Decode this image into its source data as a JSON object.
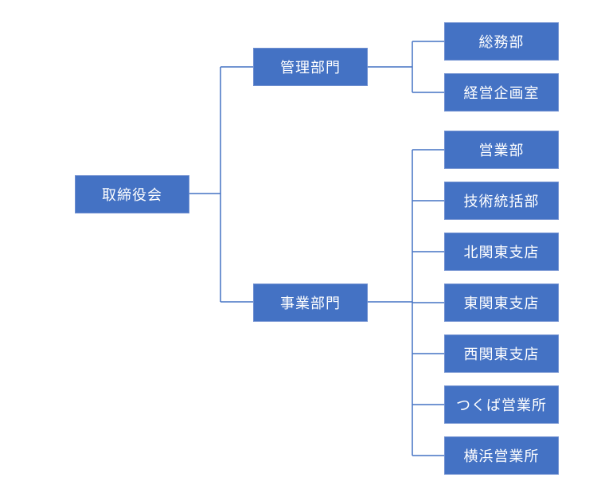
{
  "colors": {
    "node_fill": "#4472c4",
    "connector": "#4472c4",
    "text": "#ffffff",
    "background": "#ffffff"
  },
  "org": {
    "root": "取締役会",
    "divisions": [
      {
        "label": "管理部門",
        "children": [
          "総務部",
          "経営企画室"
        ]
      },
      {
        "label": "事業部門",
        "children": [
          "営業部",
          "技術統括部",
          "北関東支店",
          "東関東支店",
          "西関東支店",
          "つくば営業所",
          "横浜営業所"
        ]
      }
    ]
  }
}
